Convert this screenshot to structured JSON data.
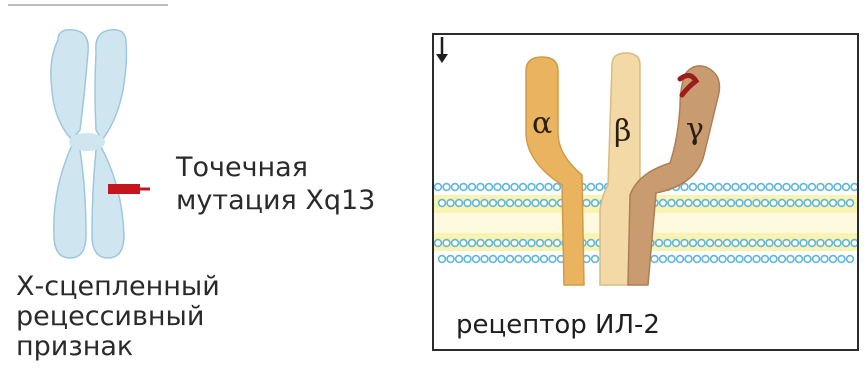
{
  "left_panel": {
    "mutation_label_line1": "Точечная",
    "mutation_label_line2": "мутация Xq13",
    "trait_label_line1": "Х-сцепленный",
    "trait_label_line2": "рецессивный",
    "trait_label_line3": "признак",
    "chromosome_color": "#cfe6f1",
    "mutation_color": "#c4161c"
  },
  "right_panel": {
    "subunit_alpha": "α",
    "subunit_beta": "β",
    "subunit_gamma": "γ",
    "caption": "рецептор ИЛ-2",
    "caption_arrow_icon": "down-arrow-icon",
    "colors": {
      "alpha": "#e9b35f",
      "beta": "#f2d9a6",
      "gamma": "#c99b70",
      "membrane_beads": "#5fb7dd",
      "membrane_core": "#fbf3b0",
      "gamma_mark": "#9e1b1b"
    }
  }
}
